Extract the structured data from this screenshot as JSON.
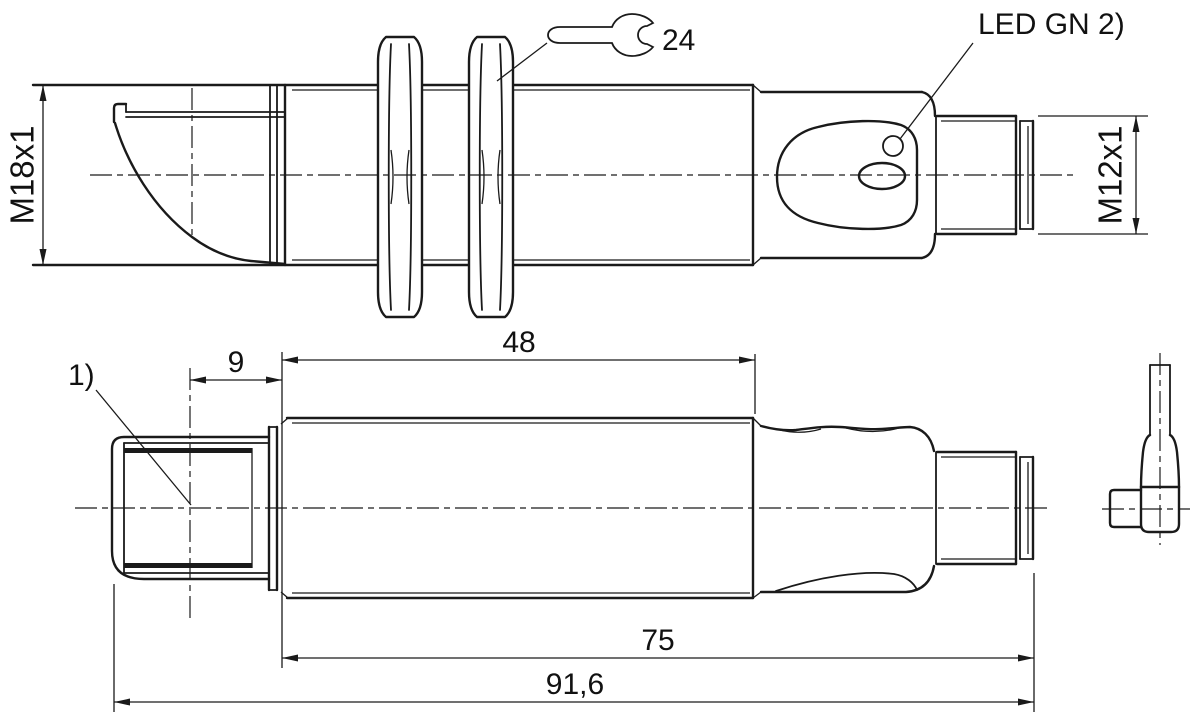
{
  "drawing": {
    "kind": "technical-dimension-drawing",
    "labels": {
      "led": "LED GN 2)",
      "wrench_size": "24",
      "note1": "1)",
      "thread_sensing_face": "M18x1",
      "thread_connector": "M12x1"
    },
    "dimensions": {
      "front_offset": "9",
      "thread_length": "48",
      "housing_length": "75",
      "total_length": "91,6"
    },
    "colors": {
      "line": "#1a1a1a",
      "background": "#ffffff"
    }
  }
}
